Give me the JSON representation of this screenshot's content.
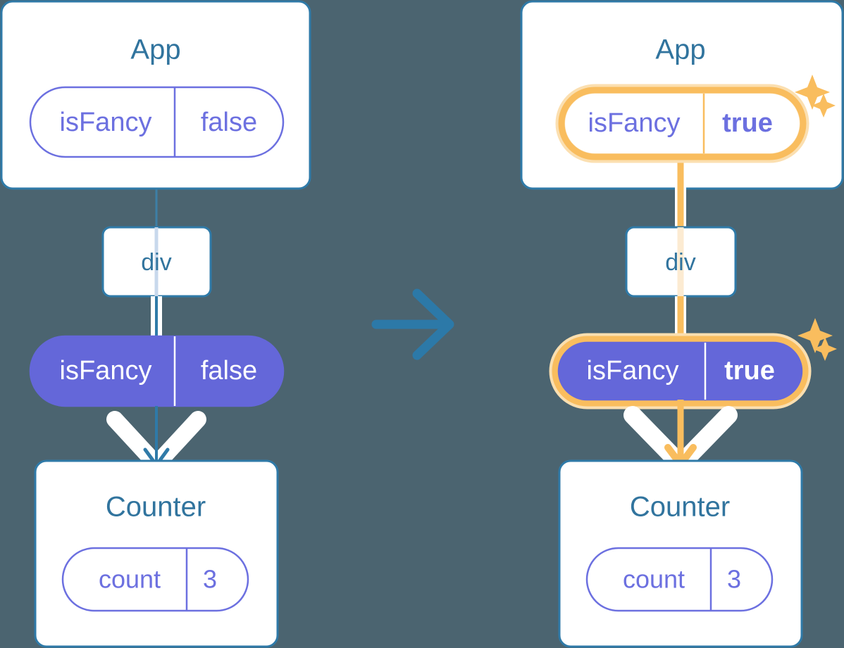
{
  "meta": {
    "title": "React state update diagram",
    "background_color": "#4b6470"
  },
  "colors": {
    "background": "#4b6470",
    "card_border": "#2f7aa8",
    "card_fill": "#ffffff",
    "title_blue": "#31749e",
    "purple": "#6467d9",
    "purple_outline": "#6c70e0",
    "highlight_orange": "#f9bd5e",
    "highlight_glow": "#fbdfb0",
    "wire_white": "#ffffff"
  },
  "transition_arrow": {
    "icon": "arrow-right-icon",
    "color": "#2c79a8",
    "direction": "right"
  },
  "panels": [
    {
      "id": "before",
      "side": "left",
      "app": {
        "title": "App",
        "state_pill": {
          "key": "isFancy",
          "value": "false",
          "style": "outline",
          "highlighted": false,
          "value_bold": false
        }
      },
      "dom_node": {
        "label": "div"
      },
      "prop_pill": {
        "key": "isFancy",
        "value": "false",
        "style": "filled",
        "highlighted": false,
        "value_bold": false
      },
      "counter": {
        "title": "Counter",
        "state_pill": {
          "key": "count",
          "value": "3",
          "style": "outline",
          "highlighted": false,
          "value_bold": false
        }
      },
      "sparkles": []
    },
    {
      "id": "after",
      "side": "right",
      "app": {
        "title": "App",
        "state_pill": {
          "key": "isFancy",
          "value": "true",
          "style": "outline",
          "highlighted": true,
          "value_bold": true
        }
      },
      "dom_node": {
        "label": "div"
      },
      "prop_pill": {
        "key": "isFancy",
        "value": "true",
        "style": "filled",
        "highlighted": true,
        "value_bold": true
      },
      "counter": {
        "title": "Counter",
        "state_pill": {
          "key": "count",
          "value": "3",
          "style": "outline",
          "highlighted": false,
          "value_bold": false
        }
      },
      "sparkles": [
        {
          "name": "sparkle-large-app",
          "size": "large"
        },
        {
          "name": "sparkle-small-app",
          "size": "small"
        },
        {
          "name": "sparkle-large-prop",
          "size": "large"
        },
        {
          "name": "sparkle-small-prop",
          "size": "small"
        }
      ]
    }
  ]
}
